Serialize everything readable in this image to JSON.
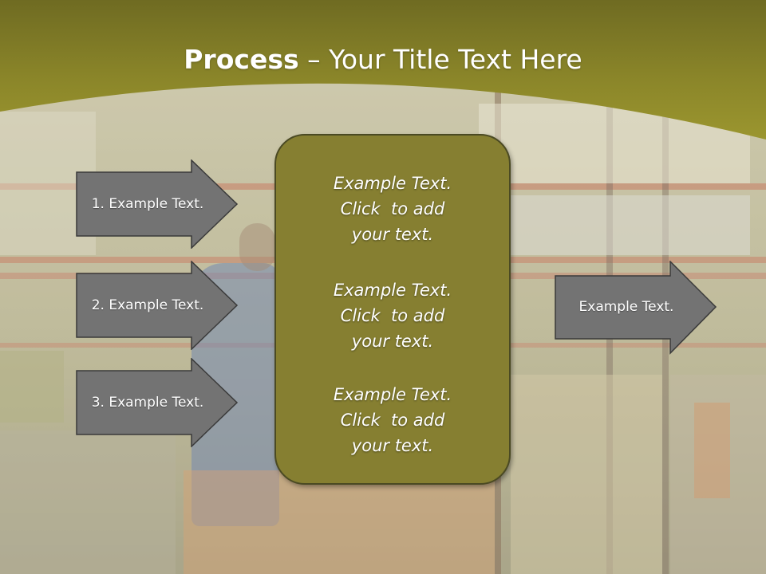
{
  "slide": {
    "title_bold": "Process",
    "title_rest": " – Your Title Text Here"
  },
  "left_arrows": [
    {
      "label": "1. Example Text."
    },
    {
      "label": "2. Example Text."
    },
    {
      "label": "3. Example Text."
    }
  ],
  "center_box": {
    "paragraphs": [
      {
        "lines": [
          "Example Text.",
          "Click  to add",
          "your text."
        ]
      },
      {
        "lines": [
          "Example Text.",
          "Click  to add",
          "your text."
        ]
      },
      {
        "lines": [
          "Example Text.",
          "Click  to add",
          "your text."
        ]
      }
    ]
  },
  "right_arrow": {
    "label": "Example Text."
  },
  "colors": {
    "title_band": "#898427",
    "center_box_fill": "#867f31",
    "arrow_fill": "#737373",
    "text": "#ffffff"
  }
}
